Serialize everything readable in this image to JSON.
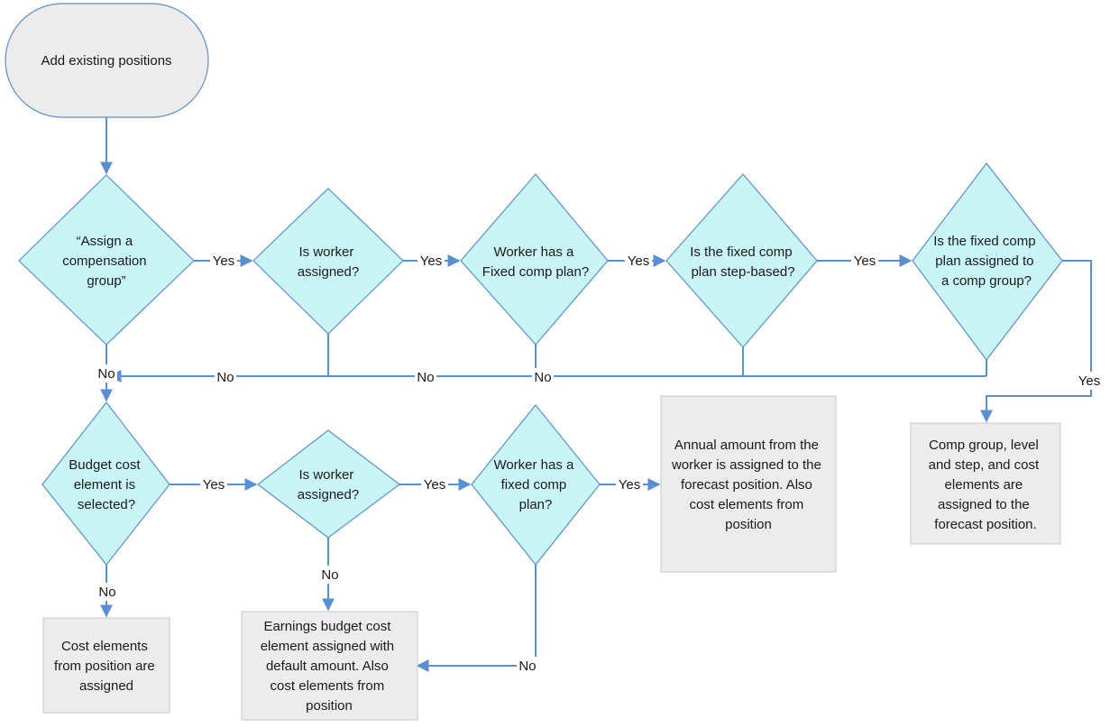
{
  "nodes": {
    "start": [
      "Add existing positions"
    ],
    "d_assign": [
      "“Assign a",
      "compensation",
      "group”"
    ],
    "d_worker1": [
      "Is worker",
      "assigned?"
    ],
    "d_fixed1": [
      "Worker has a",
      "Fixed comp plan?"
    ],
    "d_step": [
      "Is the fixed comp",
      "plan step-based?"
    ],
    "d_group": [
      "Is the fixed comp",
      "plan assigned to",
      "a comp group?"
    ],
    "d_budget": [
      "Budget cost",
      "element is",
      "selected?"
    ],
    "d_worker2": [
      "Is worker",
      "assigned?"
    ],
    "d_fixed2": [
      "Worker has a",
      "fixed comp",
      "plan?"
    ],
    "b_annual": [
      "Annual amount from the",
      "worker is assigned to the",
      "forecast position. Also",
      "cost elements from",
      "position"
    ],
    "b_compgroup": [
      "Comp group, level",
      "and step, and cost",
      "elements are",
      "assigned to the",
      "forecast position."
    ],
    "b_costpos": [
      "Cost elements",
      "from position are",
      "assigned"
    ],
    "b_earnings": [
      "Earnings budget cost",
      "element assigned with",
      "default amount. Also",
      "cost elements from",
      "position"
    ]
  },
  "edge_labels": {
    "assign_yes": "Yes",
    "worker1_yes": "Yes",
    "fixed1_yes": "Yes",
    "step_yes": "Yes",
    "group_yes": "Yes",
    "assign_no": "No",
    "worker1_no": "No",
    "fixed1_no": "No",
    "no_bus": "No",
    "budget_yes": "Yes",
    "worker2_yes": "Yes",
    "fixed2_yes": "Yes",
    "budget_no": "No",
    "worker2_no": "No",
    "fixed2_no": "No"
  },
  "colors": {
    "decision_fill": "#c9f5f7",
    "box_fill": "#ececec",
    "connector": "#5b8fcf"
  }
}
